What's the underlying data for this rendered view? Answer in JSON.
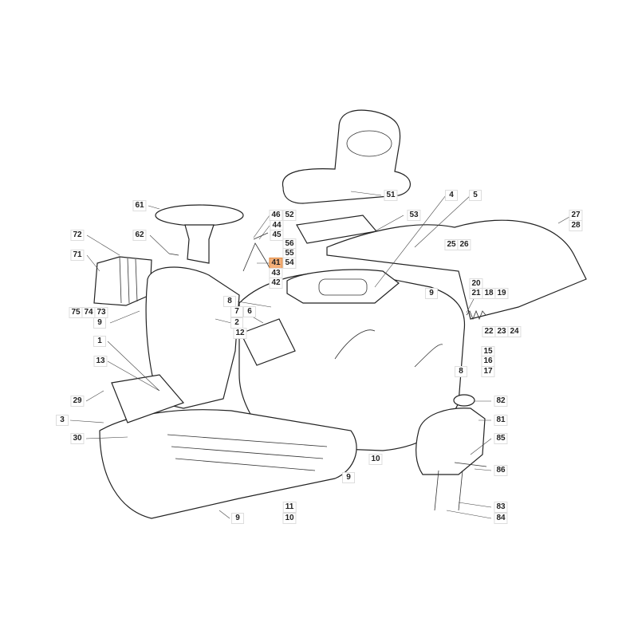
{
  "diagram": {
    "highlight_color": "#f4b07a",
    "highlighted_callout": "41",
    "callouts": [
      "51",
      "4",
      "5",
      "61",
      "46",
      "52",
      "53",
      "27",
      "28",
      "44",
      "45",
      "62",
      "72",
      "56",
      "25",
      "26",
      "55",
      "71",
      "41",
      "54",
      "9",
      "43",
      "20",
      "42",
      "21",
      "18",
      "19",
      "75",
      "74",
      "73",
      "8",
      "9",
      "7",
      "6",
      "22",
      "23",
      "24",
      "2",
      "12",
      "1",
      "15",
      "16",
      "17",
      "13",
      "8",
      "29",
      "82",
      "3",
      "81",
      "30",
      "85",
      "9",
      "10",
      "86",
      "11",
      "83",
      "9",
      "10",
      "84"
    ]
  }
}
